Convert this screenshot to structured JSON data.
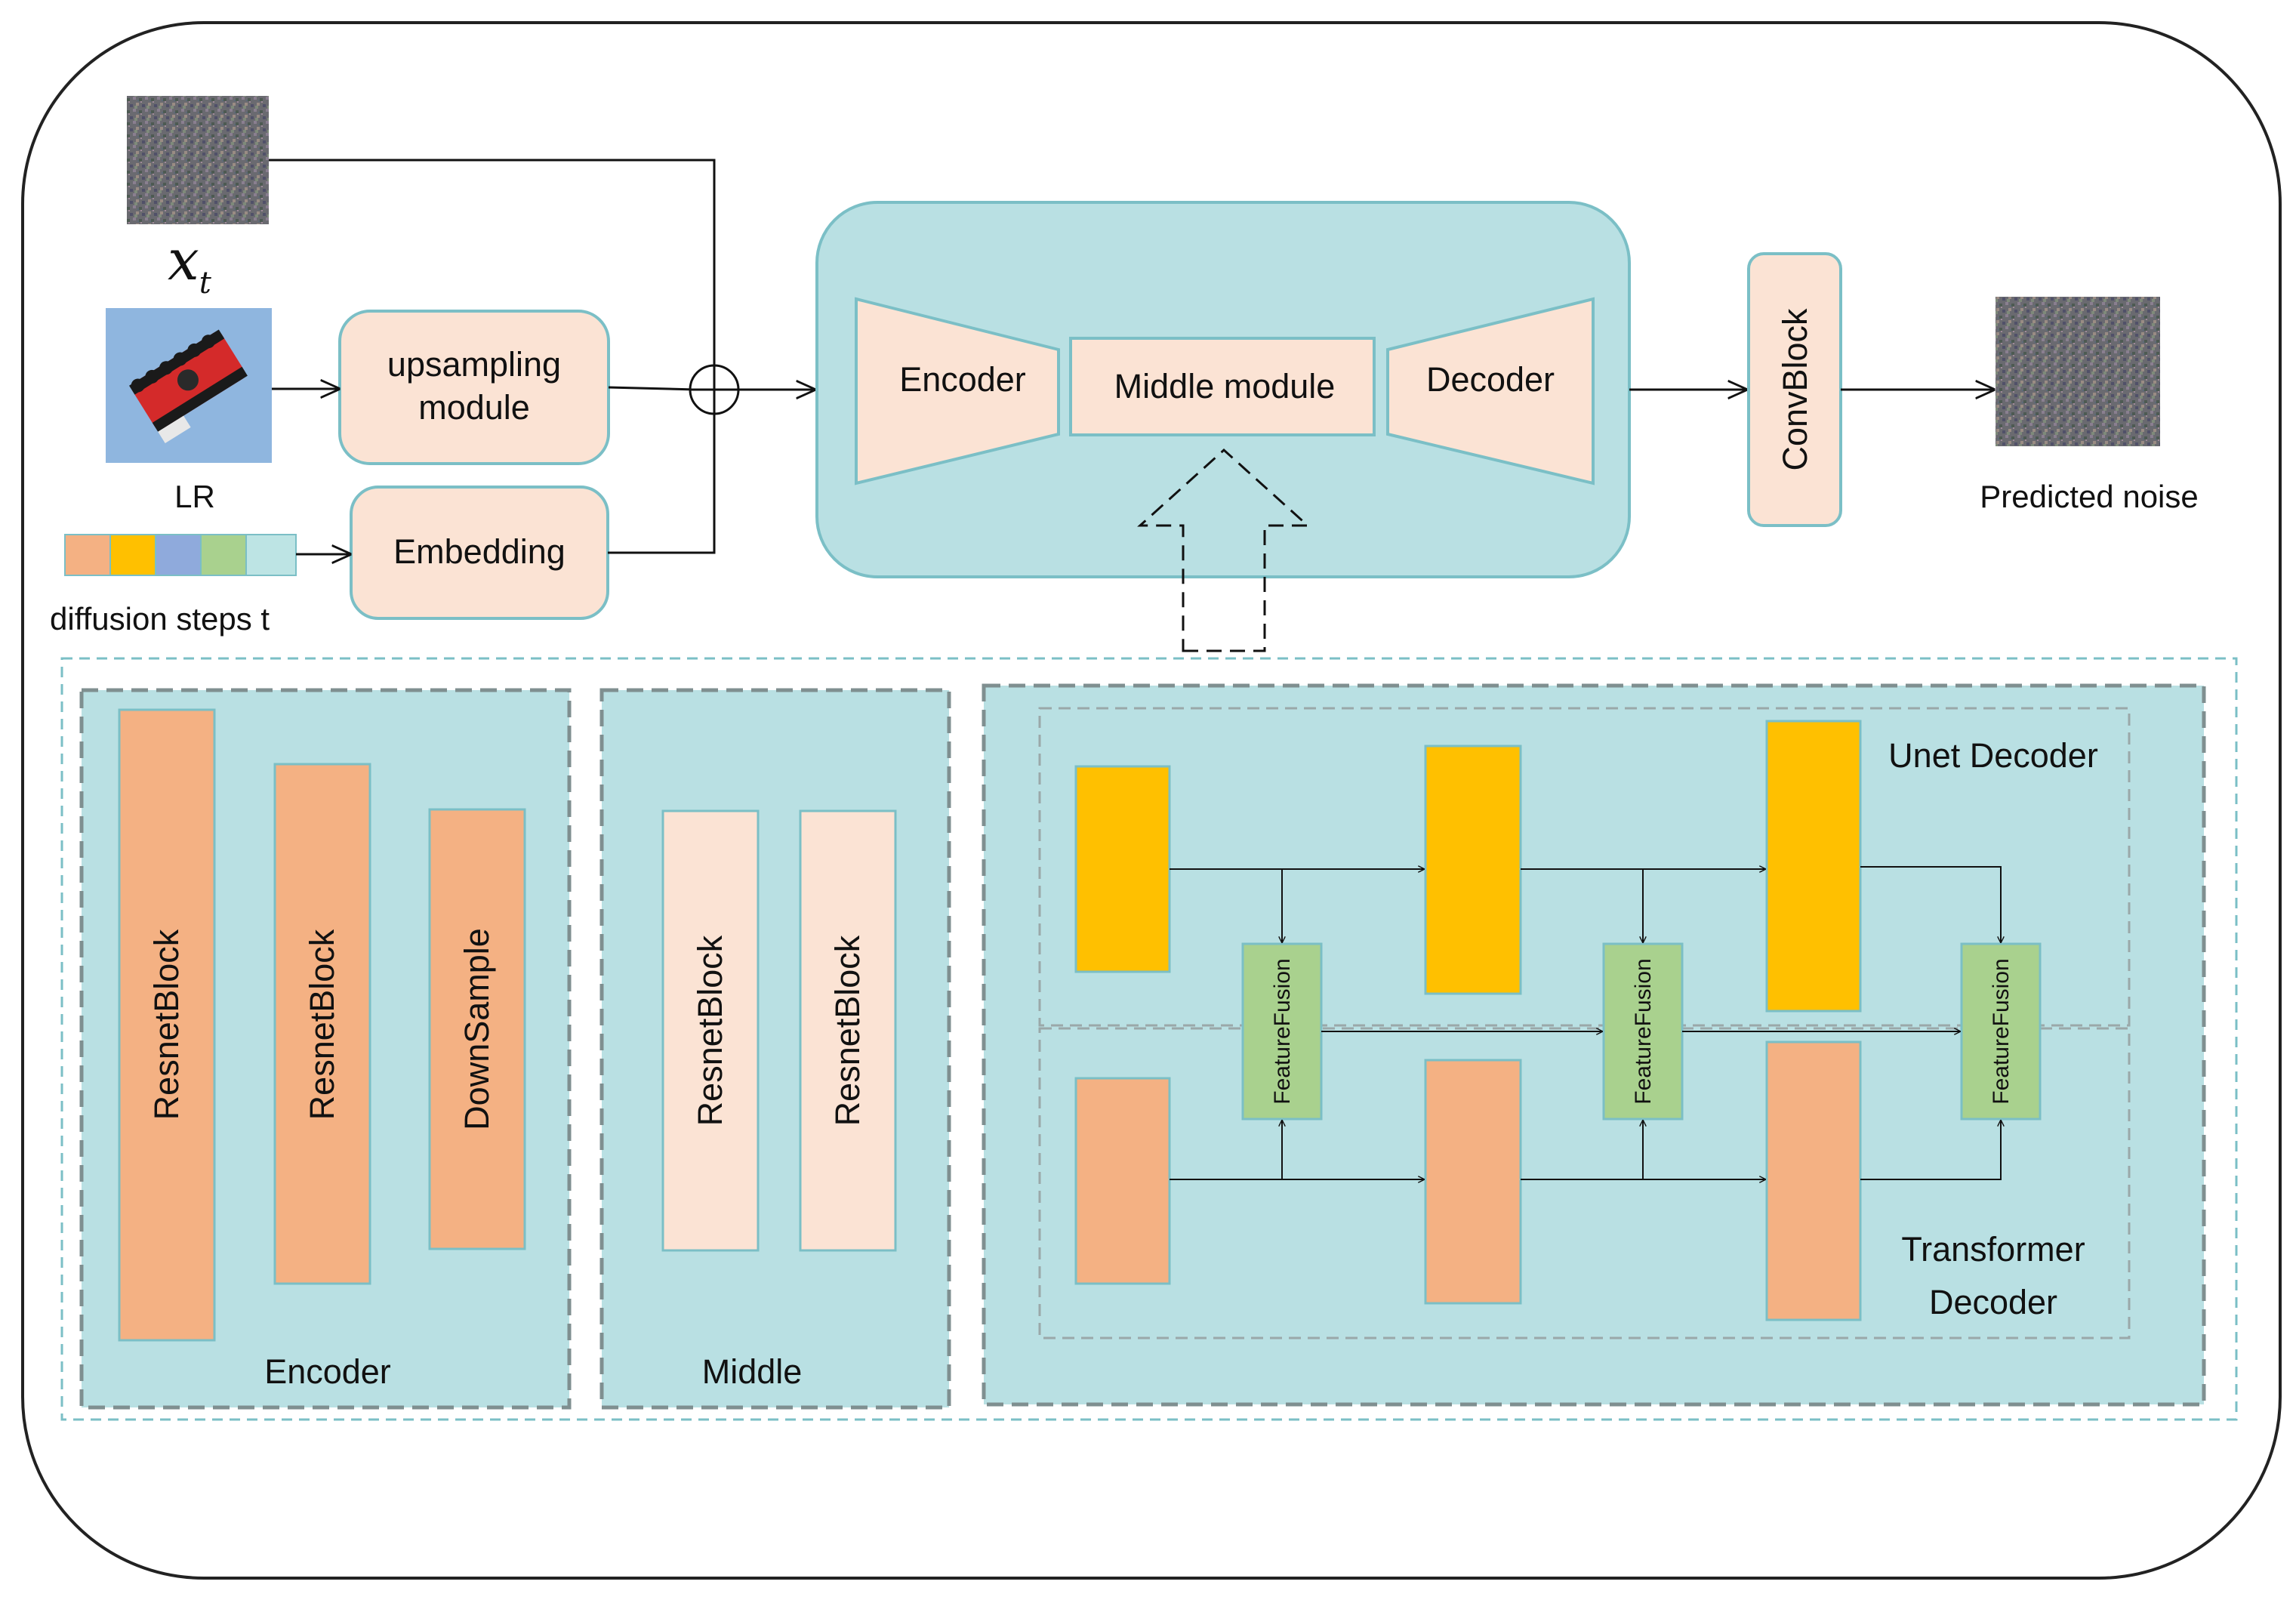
{
  "inputs": {
    "xt": {
      "symbol": "x",
      "subscript": "t"
    },
    "lr": "LR",
    "diffusion_steps": "diffusion steps t",
    "step_colors": [
      "#f4b183",
      "#ffc000",
      "#8faadc",
      "#a9d18e",
      "#bde4e4"
    ]
  },
  "blocks": {
    "upsampling": [
      "upsampling",
      "module"
    ],
    "embedding": "Embedding",
    "encoder": "Encoder",
    "middle_module": "Middle module",
    "decoder": "Decoder",
    "convblock": "ConvBlock",
    "predicted_noise": "Predicted noise"
  },
  "detail": {
    "encoder_panel": {
      "title": "Encoder",
      "blocks": [
        "ResnetBlock",
        "ResnetBlock",
        "DownSample"
      ]
    },
    "middle_panel": {
      "title": "Middle",
      "blocks": [
        "ResnetBlock",
        "ResnetBlock"
      ]
    },
    "decoder_panel": {
      "title": "Decoder",
      "unet_label": "Unet Decoder",
      "transformer_label": [
        "Transformer",
        "Decoder"
      ],
      "fusion_label": "FeatureFusion"
    }
  },
  "colors": {
    "teal": "#b9e0e3",
    "teal_border": "#7bbfc6",
    "peach": "#fbe3d4",
    "orange": "#f4b183",
    "yellow": "#ffc000",
    "green": "#a9d18e"
  }
}
